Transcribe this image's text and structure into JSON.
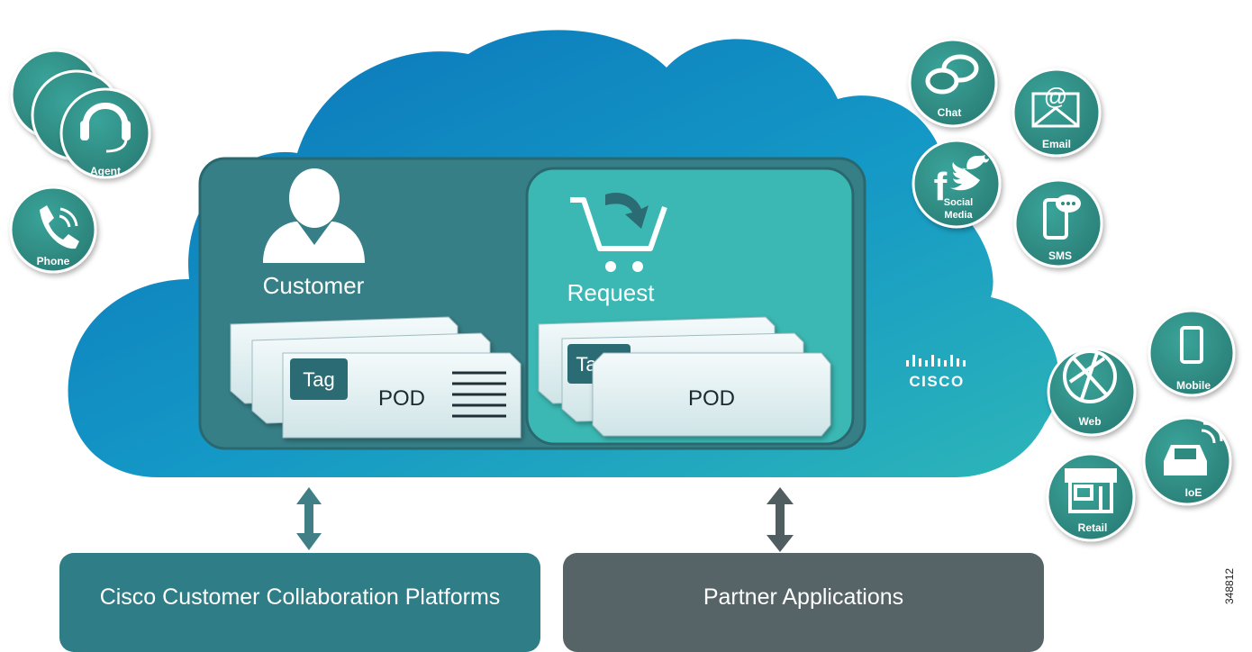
{
  "cloud": {
    "customer_label": "Customer",
    "request_label": "Request",
    "customer_pod": {
      "tag": "Tag",
      "label": "POD"
    },
    "request_pod": {
      "tag": "Ta",
      "label": "POD"
    },
    "brand": "CISCO"
  },
  "channels_left": [
    {
      "id": "agent",
      "label": "Agent",
      "icon": "headset-icon"
    },
    {
      "id": "phone",
      "label": "Phone",
      "icon": "phone-icon"
    }
  ],
  "channels_right_top": [
    {
      "id": "chat",
      "label": "Chat",
      "icon": "chat-bubbles-icon"
    },
    {
      "id": "email",
      "label": "Email",
      "icon": "envelope-icon"
    },
    {
      "id": "social",
      "label": "Social\nMedia",
      "line1": "Social",
      "line2": "Media",
      "icon": "social-media-icon"
    },
    {
      "id": "sms",
      "label": "SMS",
      "icon": "sms-phone-icon"
    }
  ],
  "channels_right_bottom": [
    {
      "id": "mobile",
      "label": "Mobile",
      "icon": "mobile-icon"
    },
    {
      "id": "web",
      "label": "Web",
      "icon": "globe-icon"
    },
    {
      "id": "ioe",
      "label": "IoE",
      "icon": "car-icon"
    },
    {
      "id": "retail",
      "label": "Retail",
      "icon": "storefront-icon"
    }
  ],
  "bottom_boxes": {
    "left": "Cisco Customer Collaboration Platforms",
    "right": "Partner Applications"
  },
  "doc_id": "348812",
  "colors": {
    "cloud_start": "#0b83c2",
    "cloud_end": "#2ab0b8",
    "customer_panel": "#377f87",
    "request_panel": "#3bb8b3",
    "badge": "#2f8a80",
    "arrow": "#3f7f85"
  }
}
